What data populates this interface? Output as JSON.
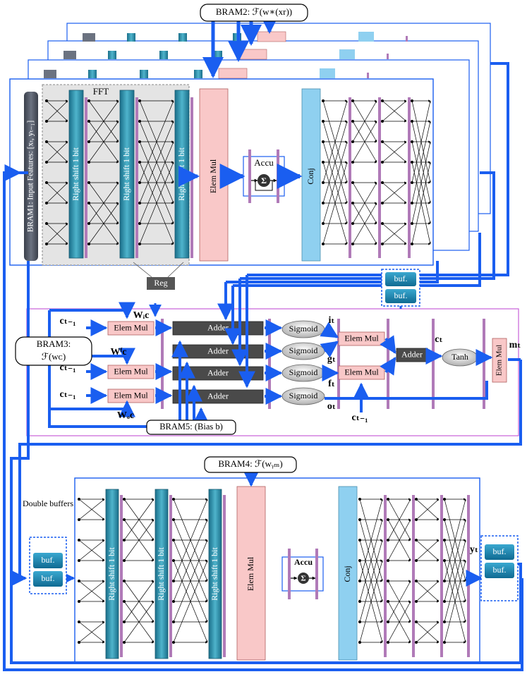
{
  "bram2": "BRAM2: ℱ(w∗(xr))",
  "bram1": "BRAM1: Input Features: [xₜ, yₜ₋₁]",
  "fft": "FFT",
  "right_shift": "Right shift 1 bit",
  "elem_mul": "Elem Mul",
  "accu": "Accu",
  "sigma": "Σ",
  "conj": "Conj",
  "reg": "Reg",
  "buf": "buf.",
  "bram3": "BRAM3:",
  "bram3_fn": "ℱ(wᴄ)",
  "bram5": "BRAM5: (Bias b)",
  "bram4": "BRAM4: ℱ(wᵧₘ)",
  "adder": "Adder",
  "sigmoid": "Sigmoid",
  "tanh": "Tanh",
  "double_buffers": "Double buffers",
  "c_t1": "cₜ₋₁",
  "w_ic": "Wᵢc",
  "w_fc": "Wᶠc",
  "w_oc": "Wₒc",
  "i_t": "iₜ",
  "g_t": "gₜ",
  "f_t": "fₜ",
  "o_t": "oₜ",
  "c_t": "cₜ",
  "m_t": "mₜ",
  "y_t": "yₜ",
  "colors": {
    "blue": "#1a5ef0",
    "teal": "#2a8aa8",
    "purple": "#b07ab8",
    "pink": "#f9c8c8",
    "light_blue": "#8fd0f0",
    "dark_gray": "#555555",
    "lstm_border": "#c860d8"
  }
}
